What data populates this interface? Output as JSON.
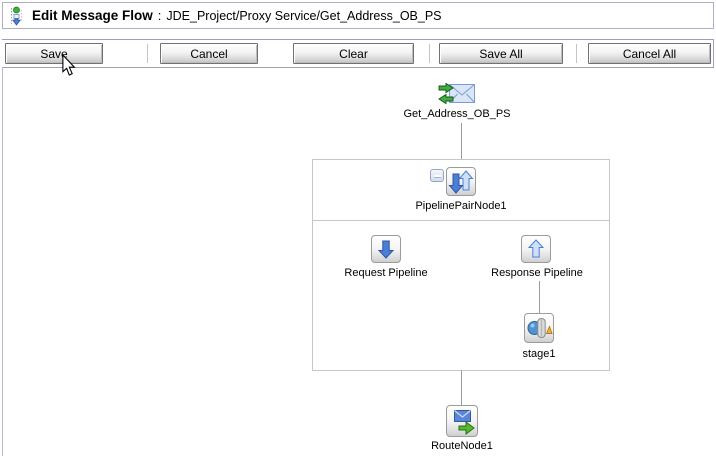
{
  "header": {
    "title": "Edit Message Flow",
    "separator": ":",
    "path": "JDE_Project/Proxy Service/Get_Address_OB_PS"
  },
  "toolbar": {
    "buttons": [
      {
        "label": "Save"
      },
      {
        "label": "Cancel"
      },
      {
        "label": "Clear"
      },
      {
        "label": "Save All"
      },
      {
        "label": "Cancel All"
      }
    ]
  },
  "flow": {
    "proxy_node": {
      "label": "Get_Address_OB_PS",
      "icon": "proxy-service-icon"
    },
    "pipeline_pair_node": {
      "label": "PipelinePairNode1",
      "collapse_icon": "minus",
      "icon": "pipeline-pair-icon",
      "request_pipeline": {
        "label": "Request Pipeline",
        "icon": "down-arrow-icon"
      },
      "response_pipeline": {
        "label": "Response Pipeline",
        "icon": "up-arrow-icon"
      },
      "stage": {
        "label": "stage1",
        "icon": "stage-icon"
      }
    },
    "route_node": {
      "label": "RouteNode1",
      "icon": "route-icon"
    }
  },
  "colors": {
    "toolbar_border": "#9c9fc0",
    "box_border": "#c6c6c6",
    "connector": "#9c9c9c",
    "arrow_blue": "#4b7fd6",
    "arrow_blue_light": "#cfe0f6",
    "arrow_green": "#3fae3f",
    "envelope_fill": "#d9e6f8"
  }
}
